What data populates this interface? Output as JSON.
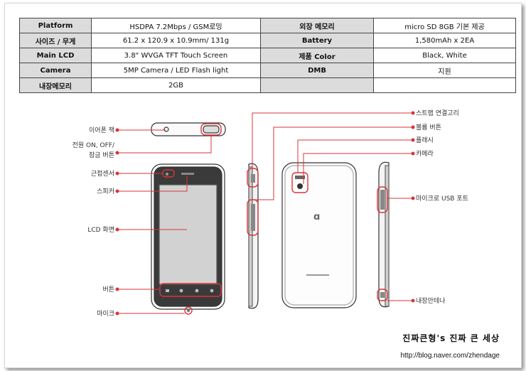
{
  "specs": [
    {
      "h1": "Platform",
      "v1": "HSDPA 7.2Mbps / GSM로밍",
      "h2": "외장 메모리",
      "v2": "micro SD 8GB 기본 제공"
    },
    {
      "h1": "사이즈 / 무게",
      "v1": "61.2 x 120.9 x 10.9mm/ 131g",
      "h2": "Battery",
      "v2": "1,580mAh x 2EA"
    },
    {
      "h1": "Main LCD",
      "v1": "3.8\" WVGA TFT Touch Screen",
      "h2": "제품 Color",
      "v2": "Black, White"
    },
    {
      "h1": "Camera",
      "v1": "5MP Camera / LED Flash light",
      "h2": "DMB",
      "v2": "지원"
    },
    {
      "h1": "내장메모리",
      "v1": "2GB",
      "h2": "",
      "v2": ""
    }
  ],
  "labels": {
    "earphone_jack": "이어폰 잭",
    "power_line1": "전원 ON, OFF/",
    "power_line2": "잠금 버튼",
    "proximity": "근접센서",
    "speaker": "스피커",
    "lcd": "LCD 화면",
    "buttons": "버튼",
    "mic": "마이크",
    "strap": "스트랩 연결고리",
    "volume": "볼륨 버튼",
    "flash": "플래시",
    "camera": "카메라",
    "micro_usb": "마이크로 USB 포트",
    "antenna": "내장안테나"
  },
  "signature": {
    "title": "진짜큰형's 진짜 큰 세상",
    "url": "http://blog.naver.com/zhendage"
  },
  "colors": {
    "accent": "#d9343a",
    "header_bg": "#dcdcdc"
  }
}
